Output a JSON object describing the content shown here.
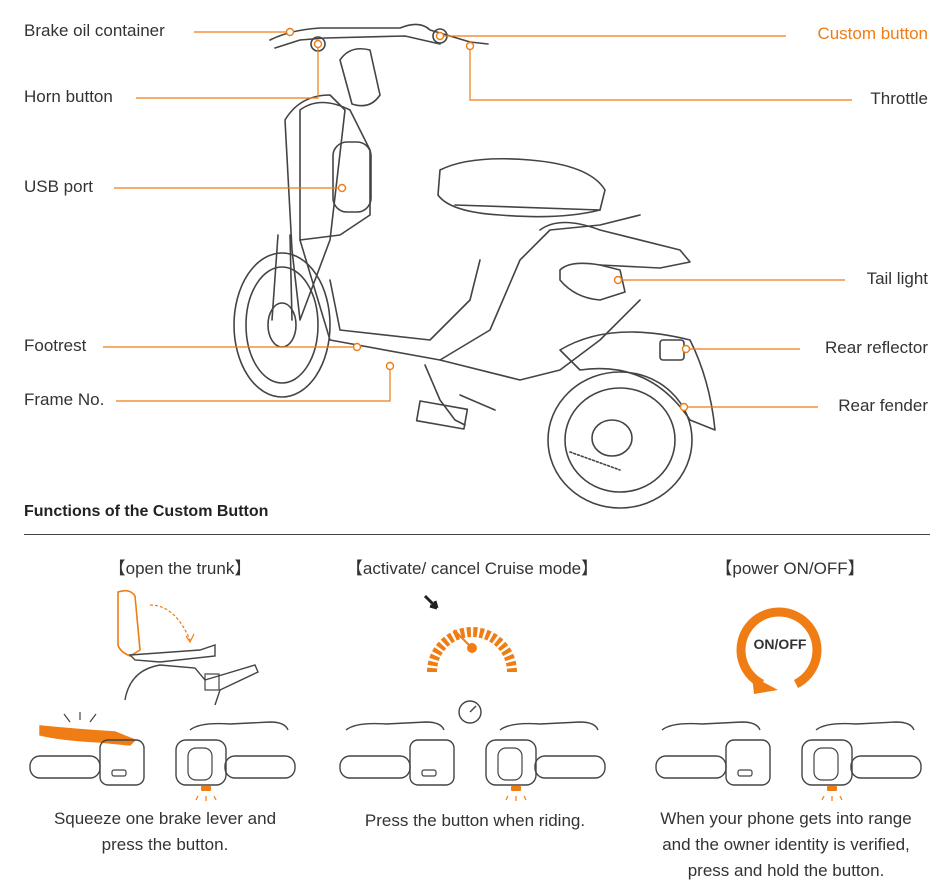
{
  "labels": {
    "brake_oil_container": "Brake oil container",
    "horn_button": "Horn button",
    "usb_port": "USB port",
    "footrest": "Footrest",
    "frame_no": "Frame No.",
    "custom_button": "Custom button",
    "throttle": "Throttle",
    "tail_light": "Tail light",
    "rear_reflector": "Rear reflector",
    "rear_fender": "Rear fender"
  },
  "section": {
    "title": "Functions of the Custom Button"
  },
  "functions": [
    {
      "title": "【open the trunk】",
      "caption_line1": "Squeeze one brake lever and",
      "caption_line2": "press the button."
    },
    {
      "title": "【activate/ cancel Cruise mode】",
      "caption_line1": "Press the button when riding.",
      "caption_line2": ""
    },
    {
      "title": "【power ON/OFF】",
      "caption_line1": "When your phone gets into range",
      "caption_line2": "and the owner identity is verified,",
      "caption_line3": "press and hold the button.",
      "badge": "ON/OFF"
    }
  ],
  "colors": {
    "accent": "#f07c14",
    "line": "#444444",
    "text": "#333333"
  }
}
